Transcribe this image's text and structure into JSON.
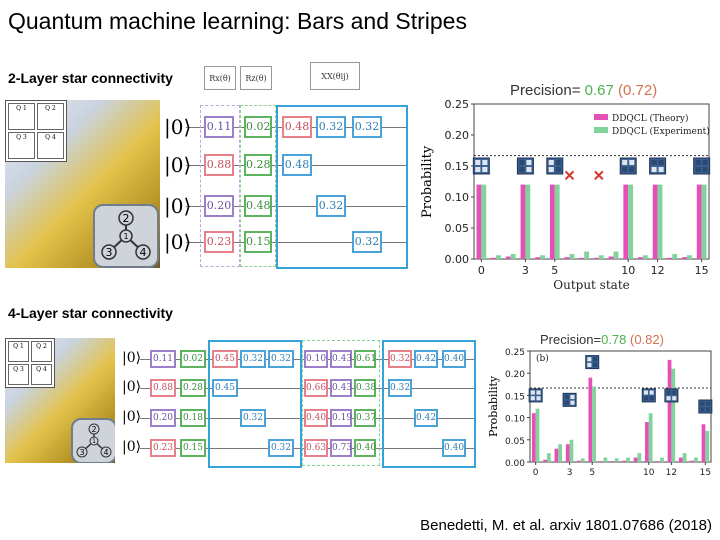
{
  "title": "Quantum machine learning: Bars and Stripes",
  "section1": {
    "heading": "2-Layer star connectivity",
    "qubit_grid": [
      "Q\n1",
      "Q\n2",
      "Q\n3",
      "Q\n4"
    ],
    "star_nodes": [
      "2",
      "1",
      "3",
      "4"
    ],
    "kets": [
      "|0⟩",
      "|0⟩",
      "|0⟩",
      "|0⟩"
    ],
    "header_gates": [
      "Rx(θ)",
      "Rz(θ)",
      "XX(θij)"
    ],
    "col_purple": [
      "0.11",
      "0.88",
      "0.20",
      "0.23"
    ],
    "col_green": [
      "0.02",
      "0.28",
      "0.48",
      "0.15"
    ],
    "xx_gates": [
      "0.48",
      "0.32",
      "0.32",
      "0.48",
      "0.32",
      "0.32"
    ],
    "precision_label": "Precision=",
    "precision_value": "0.67",
    "precision_paren": "(0.72)",
    "chart": {
      "ylabel": "Probability",
      "xlabel": "Output state",
      "legend": [
        "DDQCL (Theory)",
        "DDQCL (Experiment)"
      ],
      "yticks": [
        "0.25",
        "0.20",
        "0.15",
        "0.10",
        "0.05",
        "0.00"
      ],
      "xticks": [
        "0",
        "3",
        "5",
        "10",
        "12",
        "15"
      ]
    }
  },
  "section2": {
    "heading": "4-Layer star connectivity",
    "qubit_grid": [
      "Q\n1",
      "Q\n2",
      "Q\n3",
      "Q\n4"
    ],
    "star_nodes": [
      "2",
      "1",
      "3",
      "4"
    ],
    "kets": [
      "|0⟩",
      "|0⟩",
      "|0⟩",
      "|0⟩"
    ],
    "row1": [
      "0.11",
      "0.02",
      "0.45",
      "0.32",
      "0.32",
      "0.10",
      "0.43",
      "0.61",
      "0.32",
      "0.42",
      "0.40"
    ],
    "row2": [
      "0.88",
      "0.28",
      "0.45",
      "0.66",
      "0.43",
      "0.38",
      "0.32"
    ],
    "row3": [
      "0.20",
      "0.18",
      "0.32",
      "0.40",
      "0.19",
      "0.37",
      "0.42"
    ],
    "row4": [
      "0.23",
      "0.15",
      "0.32",
      "0.63",
      "0.73",
      "0.40",
      "0.40"
    ],
    "precision_label": "Precision=",
    "precision_value": "0.78",
    "precision_paren": "(0.82)",
    "chart": {
      "panel": "(b)",
      "ylabel": "Probability",
      "yticks": [
        "0.25",
        "0.20",
        "0.15",
        "0.10",
        "0.05",
        "0.00"
      ],
      "xticks": [
        "0",
        "3",
        "5",
        "10",
        "12",
        "15"
      ]
    }
  },
  "citation": "Benedetti, M. et al. arxiv 1801.07686 (2018)",
  "colors": {
    "theory": "#e64fb5",
    "experiment": "#7fd39b",
    "accent_blue": "#36a3d8",
    "marker": "#3b5f8f",
    "cross": "#d9342b"
  },
  "chart_data": [
    {
      "type": "bar",
      "ylabel": "Probability",
      "xlabel": "Output state",
      "ylim": [
        0,
        0.25
      ],
      "dashed_line": 0.1667,
      "x": [
        0,
        1,
        2,
        3,
        4,
        5,
        6,
        7,
        8,
        9,
        10,
        11,
        12,
        13,
        14,
        15
      ],
      "series": [
        {
          "name": "DDQCL (Theory)",
          "values": [
            0.12,
            0.002,
            0.004,
            0.12,
            0.003,
            0.12,
            0.003,
            0.002,
            0.002,
            0.004,
            0.12,
            0.003,
            0.12,
            0.002,
            0.003,
            0.12
          ]
        },
        {
          "name": "DDQCL (Experiment)",
          "values": [
            0.12,
            0.006,
            0.008,
            0.12,
            0.006,
            0.12,
            0.008,
            0.012,
            0.006,
            0.012,
            0.12,
            0.006,
            0.12,
            0.008,
            0.006,
            0.12
          ]
        }
      ]
    },
    {
      "type": "bar",
      "ylabel": "Probability",
      "ylim": [
        0,
        0.25
      ],
      "dashed_line": 0.1667,
      "x": [
        0,
        1,
        2,
        3,
        4,
        5,
        6,
        7,
        8,
        9,
        10,
        11,
        12,
        13,
        14,
        15
      ],
      "series": [
        {
          "name": "DDQCL (Theory)",
          "values": [
            0.11,
            0.005,
            0.03,
            0.04,
            0.003,
            0.19,
            0.002,
            0.002,
            0.003,
            0.01,
            0.09,
            0.002,
            0.23,
            0.01,
            0.003,
            0.085
          ]
        },
        {
          "name": "DDQCL (Experiment)",
          "values": [
            0.12,
            0.02,
            0.04,
            0.05,
            0.008,
            0.17,
            0.01,
            0.008,
            0.01,
            0.02,
            0.11,
            0.01,
            0.21,
            0.02,
            0.01,
            0.07
          ]
        }
      ]
    }
  ]
}
